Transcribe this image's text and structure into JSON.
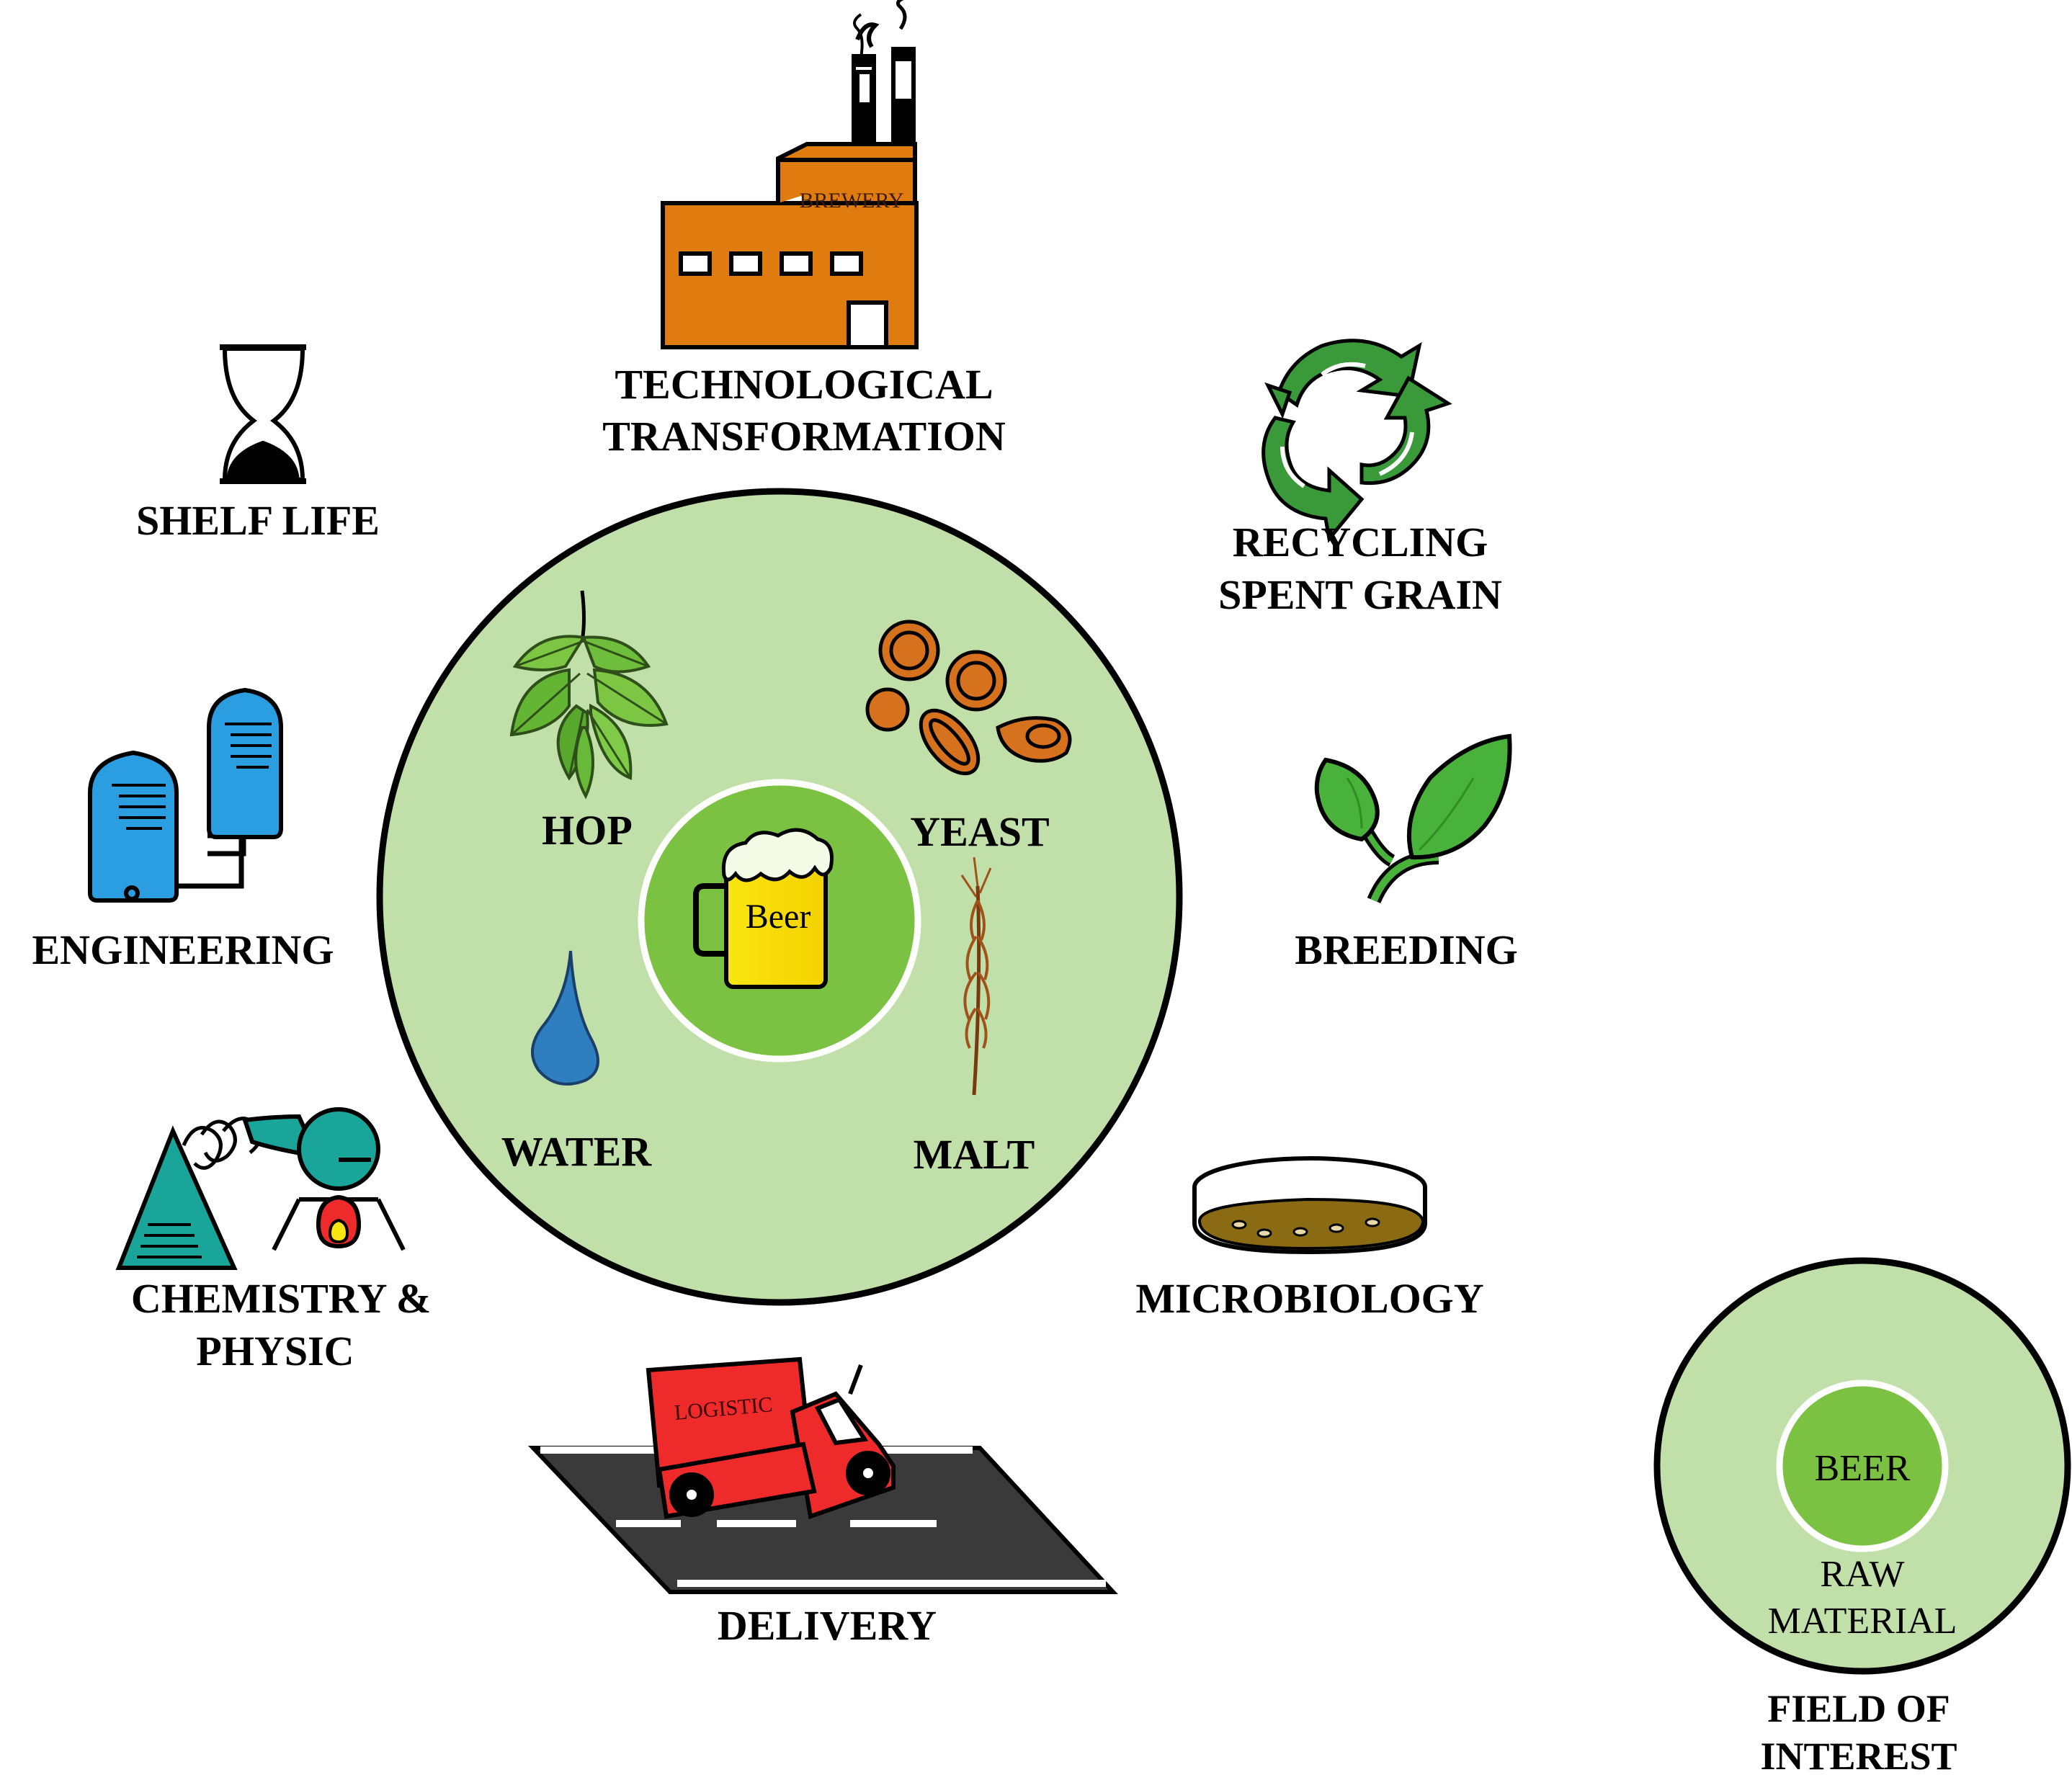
{
  "center": {
    "beer_label": "Beer",
    "raw_materials": [
      "HOP",
      "YEAST",
      "WATER",
      "MALT"
    ]
  },
  "fields": {
    "technological": [
      "TECHNOLOGICAL",
      "TRANSFORMATION"
    ],
    "brewery_sign": "BREWERY",
    "shelf_life": [
      "SHELF LIFE"
    ],
    "recycling": [
      "RECYCLING",
      "SPENT GRAIN"
    ],
    "engineering": [
      "ENGINEERING"
    ],
    "breeding": [
      "BREEDING"
    ],
    "chemistry": [
      "CHEMISTRY &",
      "PHYSIC"
    ],
    "microbiology": [
      "MICROBIOLOGY"
    ],
    "delivery": [
      "DELIVERY"
    ],
    "truck_sign": "LOGISTIC"
  },
  "legend": {
    "beer": "BEER",
    "raw_material": [
      "RAW",
      "MATERIAL"
    ],
    "field_of_interest": [
      "FIELD OF",
      "INTEREST"
    ]
  },
  "colors": {
    "outer_circle": "#c1e0a9",
    "inner_circle": "#7bc142",
    "brewery": "#e07b0f",
    "tank": "#2a9ee0",
    "truck": "#ee2a2a",
    "yeast": "#d6721d",
    "leaf": "#48b23a",
    "recycle": "#3a9a3a",
    "teal": "#1aa59b",
    "dish_liquid": "#8a6b14",
    "water_drop": "#2f7fc0",
    "mug": "#f9e510"
  }
}
